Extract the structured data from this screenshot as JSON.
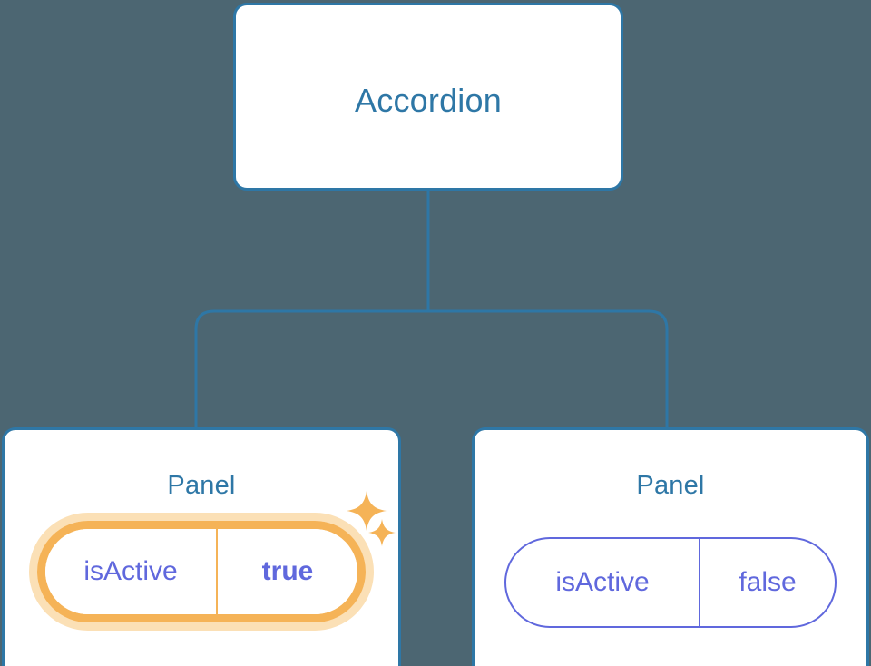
{
  "diagram": {
    "type": "component-tree",
    "background_color": "#4c6672",
    "node_border_color": "#2e77a6",
    "node_title_color": "#2e77a6",
    "prop_color": "#6068dd",
    "highlight_color": "#f5b357",
    "highlight_halo_color": "#fbe0b6",
    "root": {
      "title": "Accordion"
    },
    "children": [
      {
        "title": "Panel",
        "highlighted": true,
        "prop": {
          "name": "isActive",
          "value": "true"
        },
        "sparkles": [
          "sparkle-large-icon",
          "sparkle-small-icon"
        ]
      },
      {
        "title": "Panel",
        "highlighted": false,
        "prop": {
          "name": "isActive",
          "value": "false"
        }
      }
    ],
    "connector": {
      "style": "orthogonal-rounded",
      "color": "#2e77a6",
      "stroke_width": 3
    }
  }
}
